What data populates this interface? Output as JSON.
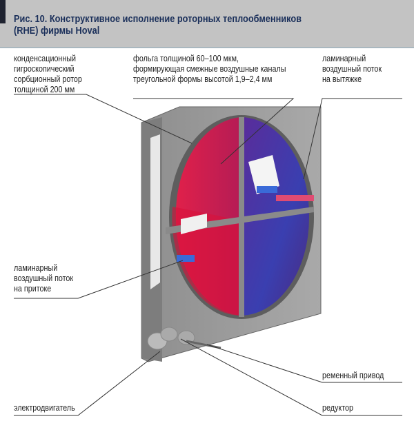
{
  "figure": {
    "title_line1": "Рис. 10. Конструктивное исполнение роторных теплообменников",
    "title_line2": "(RHE) фирмы Hoval"
  },
  "labels": {
    "rotor": "конденсационный\nгигроскопический\nсорбционный ротор\nтолщиной 200 мм",
    "foil": "фольга толщиной 60–100 мкм,\nформирующая смежные воздушные каналы\nтреугольной формы высотой 1,9–2,4 мм",
    "exhaust": "ламинарный\nвоздушный поток\nна вытяжке",
    "supply": "ламинарный\nвоздушный поток\nна притоке",
    "belt": "ременный привод",
    "motor": "электродвигатель",
    "gearbox": "редуктор"
  }
}
